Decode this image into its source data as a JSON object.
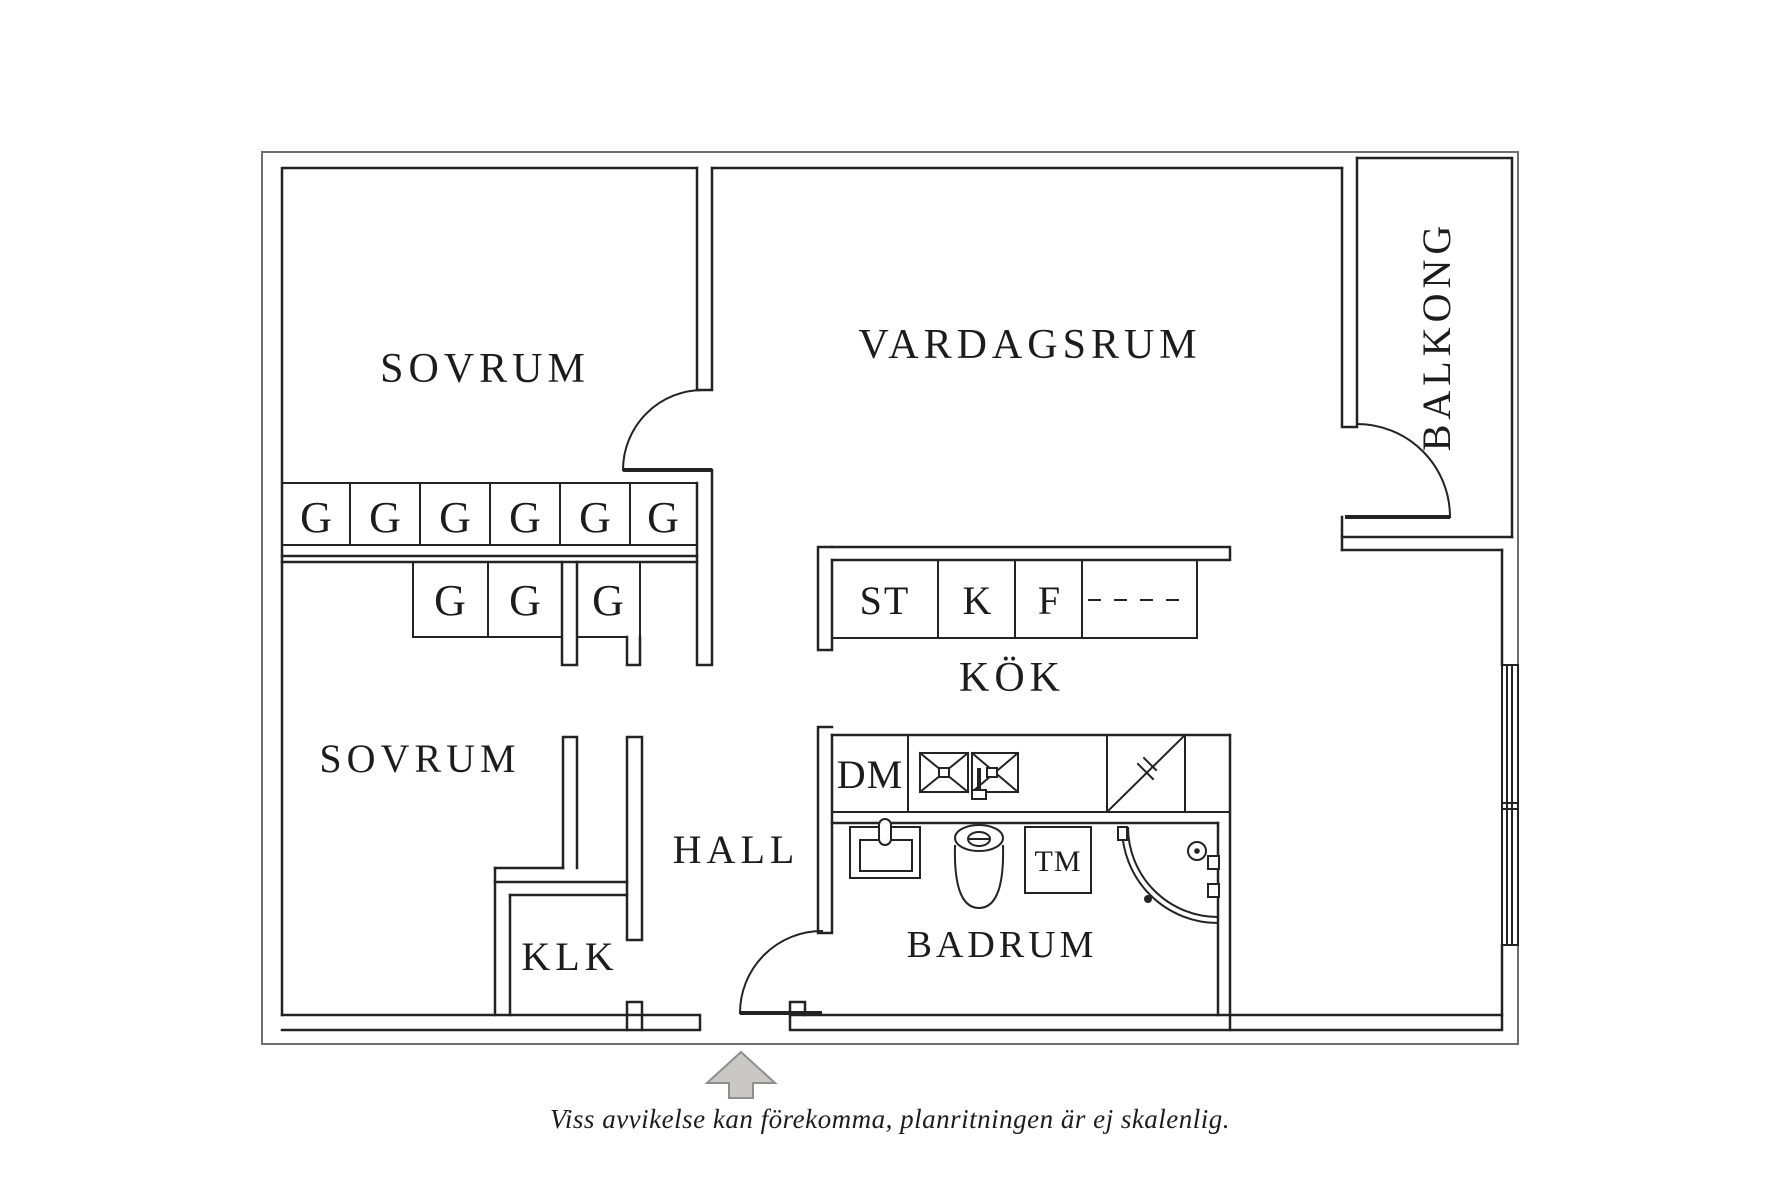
{
  "plan": {
    "rooms": {
      "bedroom1": "SOVRUM",
      "bedroom2": "SOVRUM",
      "living_room": "VARDAGSRUM",
      "balcony": "BALKONG",
      "kitchen": "KÖK",
      "hall": "HALL",
      "closet_room": "KLK",
      "bathroom": "BADRUM"
    },
    "wardrobes": {
      "label": "G",
      "row1_count": 6,
      "row2_count": 3
    },
    "kitchen_units": {
      "st": "ST",
      "k": "K",
      "f": "F",
      "dm": "DM"
    },
    "bathroom_units": {
      "tm": "TM"
    },
    "footer": {
      "disclaimer": "Viss avvikelse kan förekomma, planritningen är ej skalenlig."
    },
    "colors": {
      "wall_line": "#232323",
      "outer_line": "#6e6e6e",
      "arrow_fill": "#c9c8c4",
      "arrow_stroke": "#8f8e8a",
      "text": "#1c1c1c",
      "background": "#ffffff"
    }
  }
}
